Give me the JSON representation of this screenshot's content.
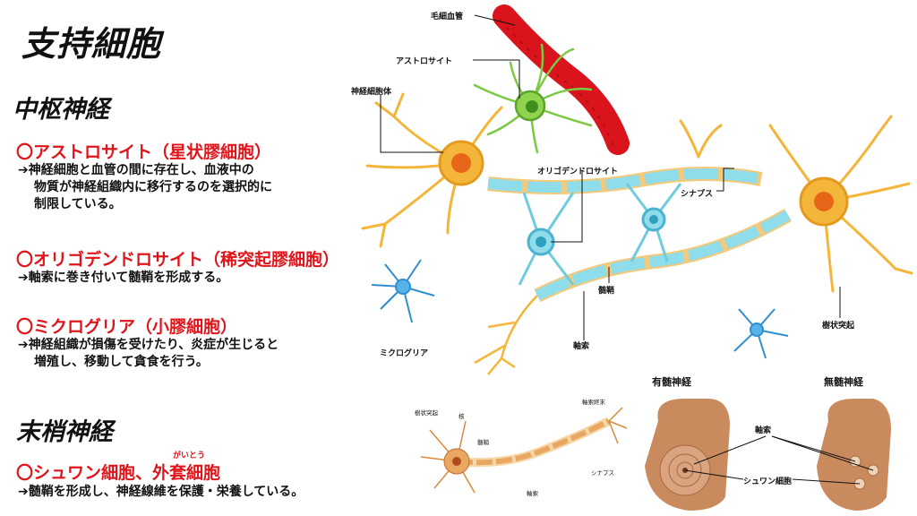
{
  "title": "支持細胞",
  "central": {
    "heading": "中枢神経",
    "astrocyte": {
      "name": "〇アストロサイト（星状膠細胞）",
      "desc": [
        "➔神経細胞と血管の間に存在し、血液中の",
        "物質が神経組織内に移行するのを選択的に",
        "制限している。"
      ]
    },
    "oligodendrocyte": {
      "name": "〇オリゴデンドロサイト（稀突起膠細胞）",
      "desc": [
        "➔軸索に巻き付いて髄鞘を形成する。"
      ]
    },
    "microglia": {
      "name": "〇ミクログリア（小膠細胞）",
      "desc": [
        "➔神経組織が損傷を受けたり、炎症が生じると",
        "増殖し、移動して貪食を行う。"
      ]
    }
  },
  "peripheral": {
    "heading": "末梢神経",
    "schwann": {
      "name": "〇シュワン細胞、外套細胞",
      "ruby": "がいとう",
      "desc": [
        "➔髄鞘を形成し、神経線維を保護・栄養している。"
      ]
    }
  },
  "diagram_labels": {
    "capillary": "毛細血管",
    "astrocyte": "アストロサイト",
    "cell_body": "神経細胞体",
    "oligodendrocyte": "オリゴデンドロサイト",
    "synapse": "シナプス",
    "myelin": "髄鞘",
    "axon": "軸索",
    "microglia": "ミクログリア",
    "dendrite": "樹状突起"
  },
  "small_diagram": {
    "dendrite": "樹状突起",
    "nucleus": "核",
    "myelin": "髄鞘",
    "axon_terminal": "軸索終末",
    "synapse": "シナプス",
    "axon": "軸索"
  },
  "cross_section": {
    "myelinated": "有髄神経",
    "unmyelinated": "無髄神経",
    "axon": "軸索",
    "schwann": "シュワン細胞"
  },
  "colors": {
    "accent_red": "#e0141a",
    "neuron": "#f4b63a",
    "astrocyte": "#7cc943",
    "oligodendrocyte": "#8fdcea",
    "microglia": "#2f8fd0",
    "vessel": "#d9141c",
    "cross_section": "#c98a5e"
  }
}
